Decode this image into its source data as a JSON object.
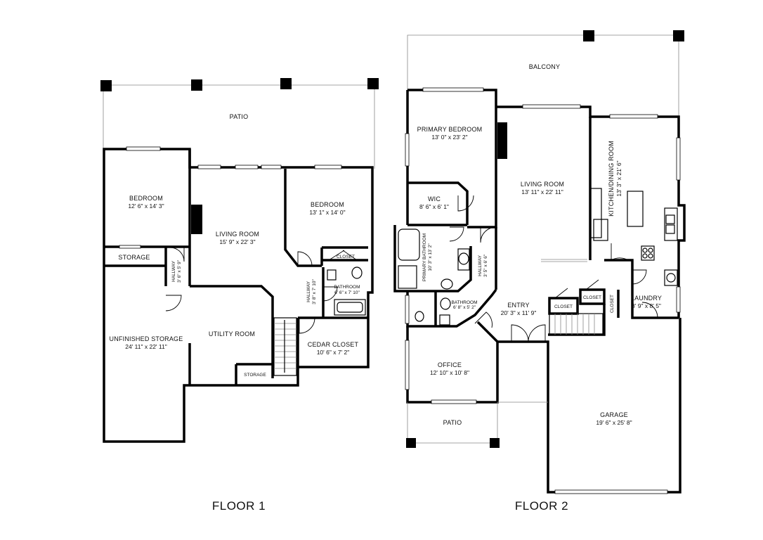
{
  "floor1": {
    "title": "FLOOR 1",
    "rooms": {
      "patio": {
        "name": "PATIO",
        "dims": ""
      },
      "bedroom_left": {
        "name": "BEDROOM",
        "dims": "12' 6\" x 14' 3\""
      },
      "living_room": {
        "name": "LIVING ROOM",
        "dims": "15' 9\" x 22' 3\""
      },
      "bedroom_right": {
        "name": "BEDROOM",
        "dims": "13' 1\" x 14' 0\""
      },
      "storage_top": {
        "name": "STORAGE",
        "dims": ""
      },
      "hallway_left": {
        "name": "HALLWAY",
        "dims": "3' 6\" x 5' 9\""
      },
      "closet": {
        "name": "CLOSET",
        "dims": ""
      },
      "hallway_right": {
        "name": "HALLWAY",
        "dims": "3' 8\" x 7' 10\""
      },
      "bathroom": {
        "name": "BATHROOM",
        "dims": "6' 6\" x 7' 10\""
      },
      "unfinished_storage": {
        "name": "UNFINISHED STORAGE",
        "dims": "24' 11\" x 22' 11\""
      },
      "utility_room": {
        "name": "UTILITY ROOM",
        "dims": ""
      },
      "cedar_closet": {
        "name": "CEDAR CLOSET",
        "dims": "10' 6\" x 7' 2\""
      },
      "storage_bottom": {
        "name": "STORAGE",
        "dims": ""
      }
    }
  },
  "floor2": {
    "title": "FLOOR 2",
    "rooms": {
      "balcony": {
        "name": "BALCONY",
        "dims": ""
      },
      "primary_bedroom": {
        "name": "PRIMARY BEDROOM",
        "dims": "13' 0\" x 23' 2\""
      },
      "wic": {
        "name": "WIC",
        "dims": "8' 6\" x 6' 1\""
      },
      "living_room": {
        "name": "LIVING ROOM",
        "dims": "13' 11\" x 22' 11\""
      },
      "kitchen_dining": {
        "name": "KITCHEN/DINING ROOM",
        "dims": "13' 3\" x 21' 6\""
      },
      "primary_bathroom": {
        "name": "PRIMARY BATHROOM",
        "dims": "10' 3\" x 13' 2\""
      },
      "hallway": {
        "name": "HALLWAY",
        "dims": "3' 5\" x 6' 6\""
      },
      "bathroom": {
        "name": "BATHROOM",
        "dims": "6' 8\" x 5' 2\""
      },
      "entry": {
        "name": "ENTRY",
        "dims": "20' 3\" x 11' 9\""
      },
      "closet_a": {
        "name": "CLOSET",
        "dims": ""
      },
      "closet_b": {
        "name": "CLOSET",
        "dims": ""
      },
      "closet_c": {
        "name": "CLOSET",
        "dims": ""
      },
      "laundry": {
        "name": "LAUNDRY",
        "dims": "8' 9\" x 8' 5\""
      },
      "office": {
        "name": "OFFICE",
        "dims": "12' 10\" x 10' 8\""
      },
      "patio": {
        "name": "PATIO",
        "dims": ""
      },
      "garage": {
        "name": "GARAGE",
        "dims": "19' 6\" x 25' 8\""
      }
    }
  }
}
